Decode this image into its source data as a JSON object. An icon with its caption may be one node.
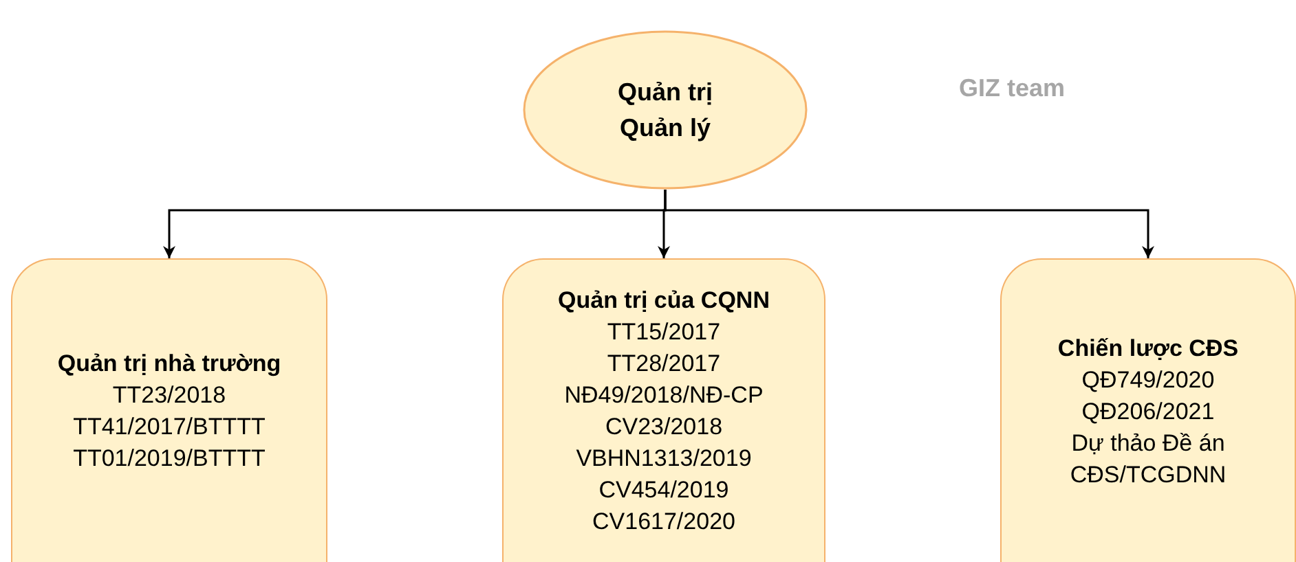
{
  "diagram": {
    "nodes": [
      {
        "text": [
          "Quản trị Quản lý"
        ]
      },
      {
        "text": [
          "Quản trị nhà trường",
          "TT23/2018",
          "TT41/2017/BTTTT",
          "TT01/2019/BTTTT"
        ]
      },
      {
        "text": [
          "Quản trị của CQNN",
          "TT15/2017",
          "TT28/2017",
          "NĐ49/2018/NĐ-CP",
          "CV23/2018",
          "VBHN1313/2019",
          "CV454/2019",
          "CV1617/2020"
        ]
      },
      {
        "text": [
          "Chiến lược CĐS",
          "QĐ749/2020",
          "QĐ206/2021",
          "Dự thảo Đề án CĐS/TCGDNN"
        ]
      }
    ],
    "edges": [
      {
        "from": 0,
        "to": 1,
        "arrow": "to"
      },
      {
        "from": 0,
        "to": 2,
        "arrow": "to"
      },
      {
        "from": 0,
        "to": 3,
        "arrow": "to"
      }
    ],
    "labels": [
      "GIZ team"
    ]
  }
}
